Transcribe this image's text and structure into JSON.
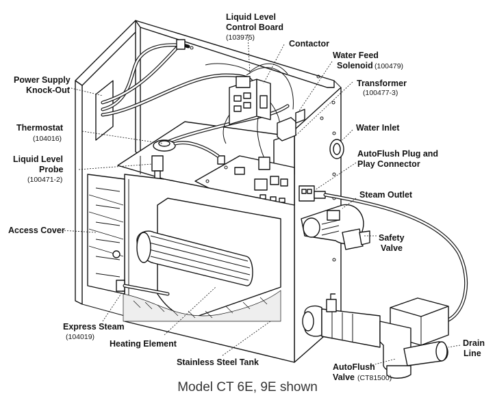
{
  "caption": "Model CT 6E, 9E shown",
  "labels": {
    "liquid_level_control_board": {
      "line1": "Liquid Level",
      "line2": "Control Board",
      "part": "(103975)"
    },
    "contactor": {
      "name": "Contactor"
    },
    "water_feed_solenoid": {
      "line1": "Water Feed",
      "line2": "Solenoid",
      "part": "(100479)"
    },
    "transformer": {
      "name": "Transformer",
      "part": "(100477-3)"
    },
    "power_supply_knockout": {
      "line1": "Power Supply",
      "line2": "Knock-Out"
    },
    "thermostat": {
      "name": "Thermostat",
      "part": "(104016)"
    },
    "liquid_level_probe": {
      "line1": "Liquid Level",
      "line2": "Probe",
      "part": "(100471-2)"
    },
    "water_inlet": {
      "name": "Water Inlet"
    },
    "autoflush_plug": {
      "line1": "AutoFlush Plug and",
      "line2": "Play Connector"
    },
    "steam_outlet": {
      "name": "Steam Outlet"
    },
    "access_cover": {
      "name": "Access Cover"
    },
    "safety_valve": {
      "line1": "Safety",
      "line2": "Valve"
    },
    "drain_line": {
      "line1": "Drain",
      "line2": "Line"
    },
    "express_steam": {
      "name": "Express Steam",
      "part": "(104019)"
    },
    "heating_element": {
      "name": "Heating Element"
    },
    "stainless_steel_tank": {
      "name": "Stainless Steel Tank"
    },
    "autoflush_valve": {
      "line1": "AutoFlush",
      "line2": "Valve",
      "part": "(CT81500)"
    }
  }
}
